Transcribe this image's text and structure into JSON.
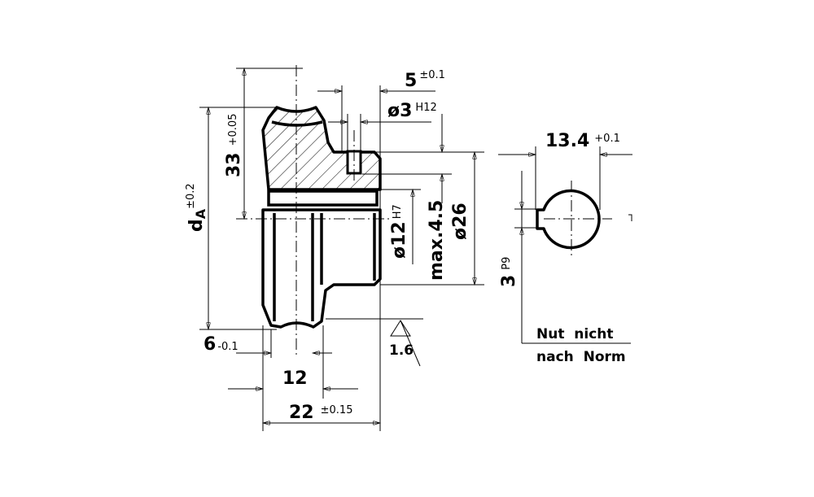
{
  "dimensions": {
    "d_a": {
      "label": "d",
      "sub": "A",
      "tol": "±0.2"
    },
    "width_33": {
      "value": "33",
      "tol": "+0.05"
    },
    "hole_offset": {
      "value": "5",
      "tol": "±0.1"
    },
    "hole_dia": {
      "value": "ø3",
      "tol": "H12"
    },
    "bore": {
      "value": "ø12",
      "tol": "H7"
    },
    "max_depth": {
      "value": "max.4.5"
    },
    "hub_dia": {
      "value": "ø26"
    },
    "tooth_width": {
      "value": "6",
      "tol": "-0.1"
    },
    "gear_width": {
      "value": "12"
    },
    "total_width": {
      "value": "22",
      "tol": "±0.15"
    },
    "keyway_depth": {
      "value": "13.4",
      "tol": "+0.1"
    },
    "keyway_width": {
      "value": "3",
      "tol": "P9"
    }
  },
  "surface_finish": "1.6",
  "note": {
    "line1": "Nut  nicht",
    "line2": "nach  Norm"
  }
}
